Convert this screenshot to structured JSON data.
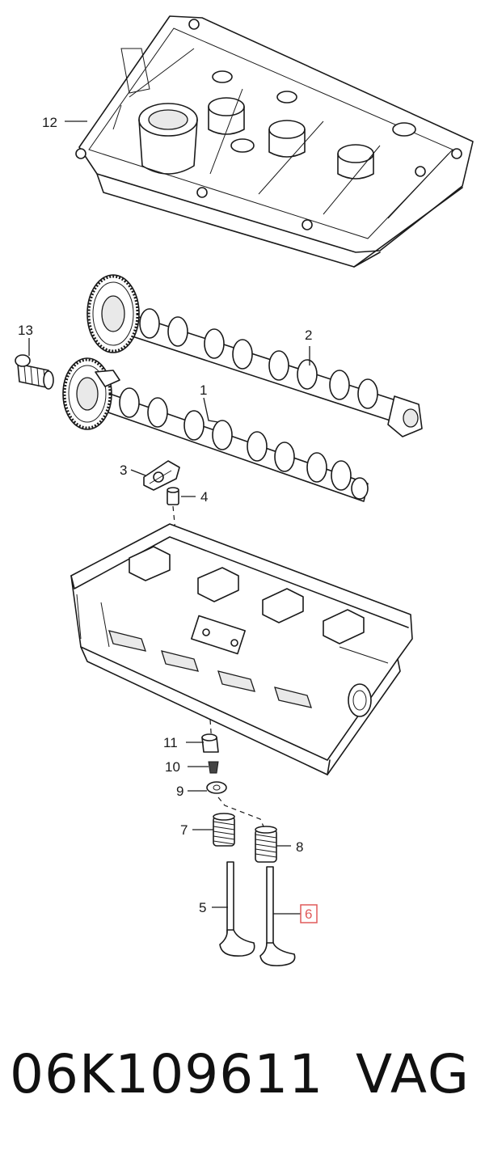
{
  "diagram": {
    "callouts": {
      "c1": "1",
      "c2": "2",
      "c3": "3",
      "c4": "4",
      "c5": "5",
      "c6": "6",
      "c7": "7",
      "c8": "8",
      "c9": "9",
      "c10": "10",
      "c11": "11",
      "c12": "12",
      "c13": "13"
    },
    "highlighted_callout": "6",
    "highlight_color": "#e05a5a"
  },
  "footer": {
    "part_number": "06K109611",
    "brand": "VAG"
  }
}
